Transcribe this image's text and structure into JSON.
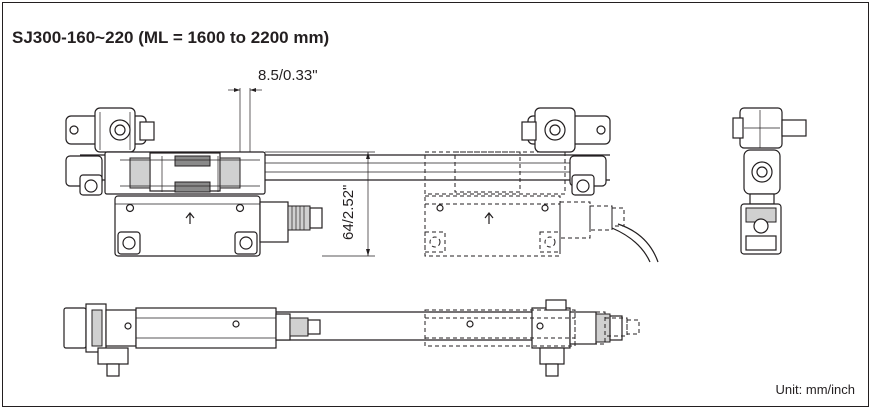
{
  "title": "SJ300-160~220 (ML = 1600 to 2200 mm)",
  "dimensions": {
    "offset": "8.5/0.33\"",
    "height": "64/2.52\""
  },
  "unit_label": "Unit: mm/inch"
}
